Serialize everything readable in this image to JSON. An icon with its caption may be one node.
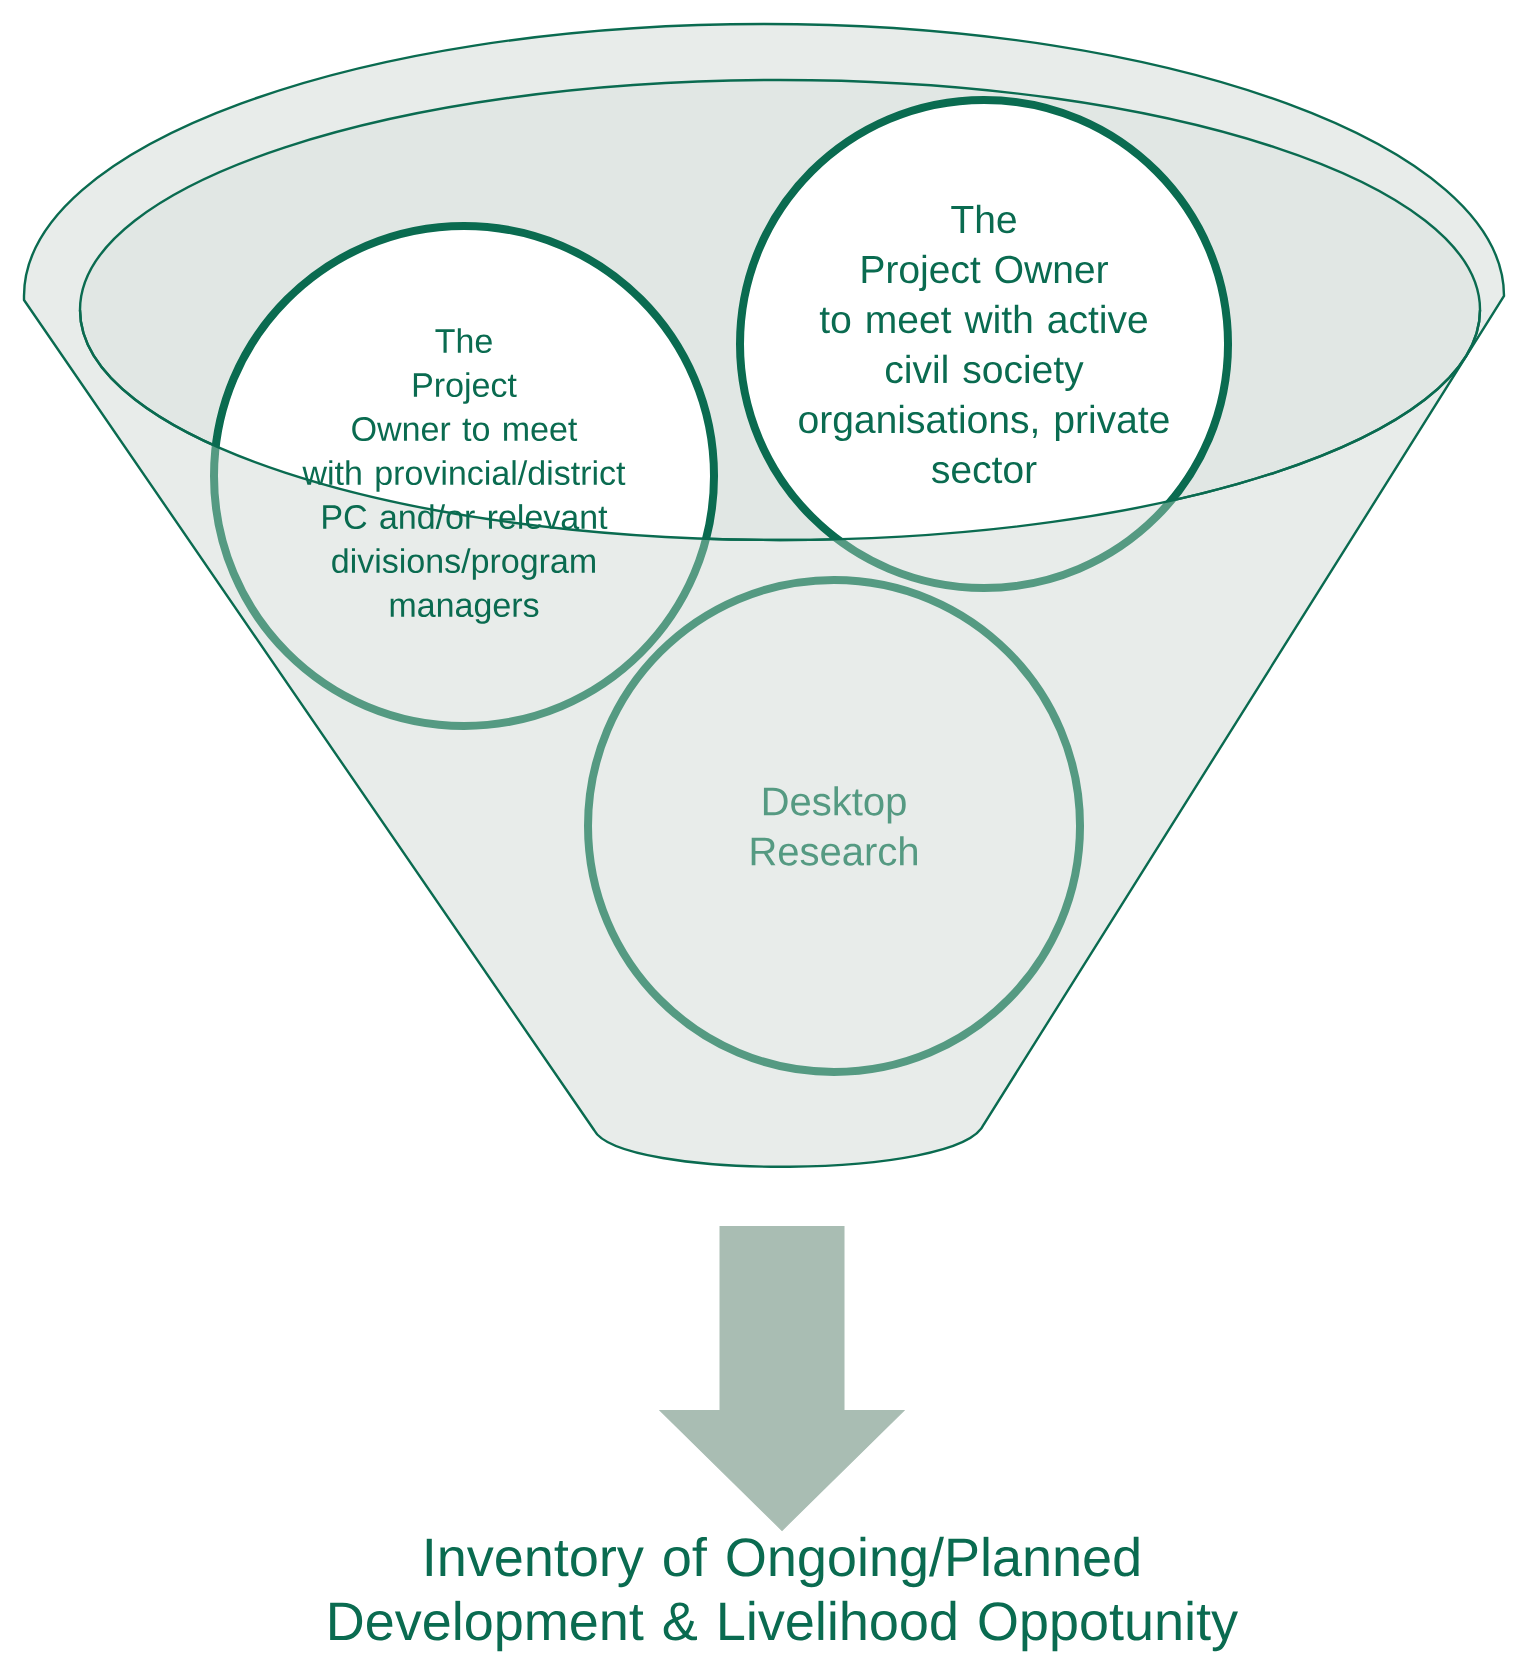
{
  "diagram": {
    "nodes": [
      {
        "text": [],
        "shape": "funnel"
      },
      {
        "text": [
          "The Project Owner to meet with provincial/district PC and/or relevant divisions/program managers"
        ],
        "in": 0
      },
      {
        "text": [
          "The Project Owner to meet with active civil society organisations, private sector"
        ],
        "in": 0
      },
      {
        "text": [
          "Desktop Research"
        ],
        "in": 0
      },
      {
        "text": [
          "Inventory of Ongoing/Planned Development & Livelihood Oppotunity"
        ]
      }
    ],
    "edges": [
      {
        "from": 0,
        "to": 4,
        "arrow": "to",
        "style": "thick",
        "color": "#a9bdb3"
      }
    ]
  }
}
